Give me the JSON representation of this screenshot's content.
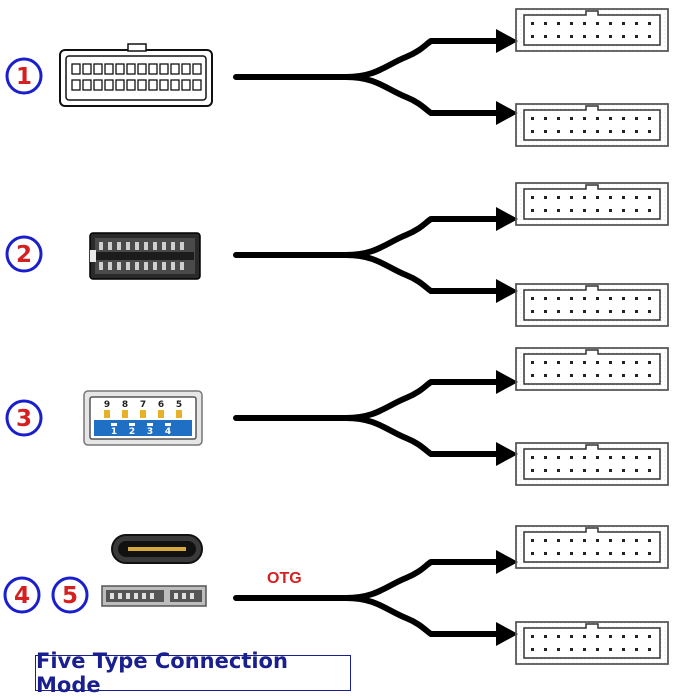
{
  "badges": [
    "1",
    "2",
    "3",
    "4",
    "5"
  ],
  "usb_pins_top": [
    "9",
    "8",
    "7",
    "6",
    "5"
  ],
  "usb_pins_bottom": [
    "1",
    "2",
    "3",
    "4"
  ],
  "otg_label": "OTG",
  "title": "Five Type Connection Mode",
  "colors": {
    "badge": "#1a1fcc",
    "badge_number": "#d42020",
    "title": "#1a1f8f",
    "otg": "#d42020",
    "usb_blue": "#1f6fc4",
    "cable": "#000000"
  }
}
